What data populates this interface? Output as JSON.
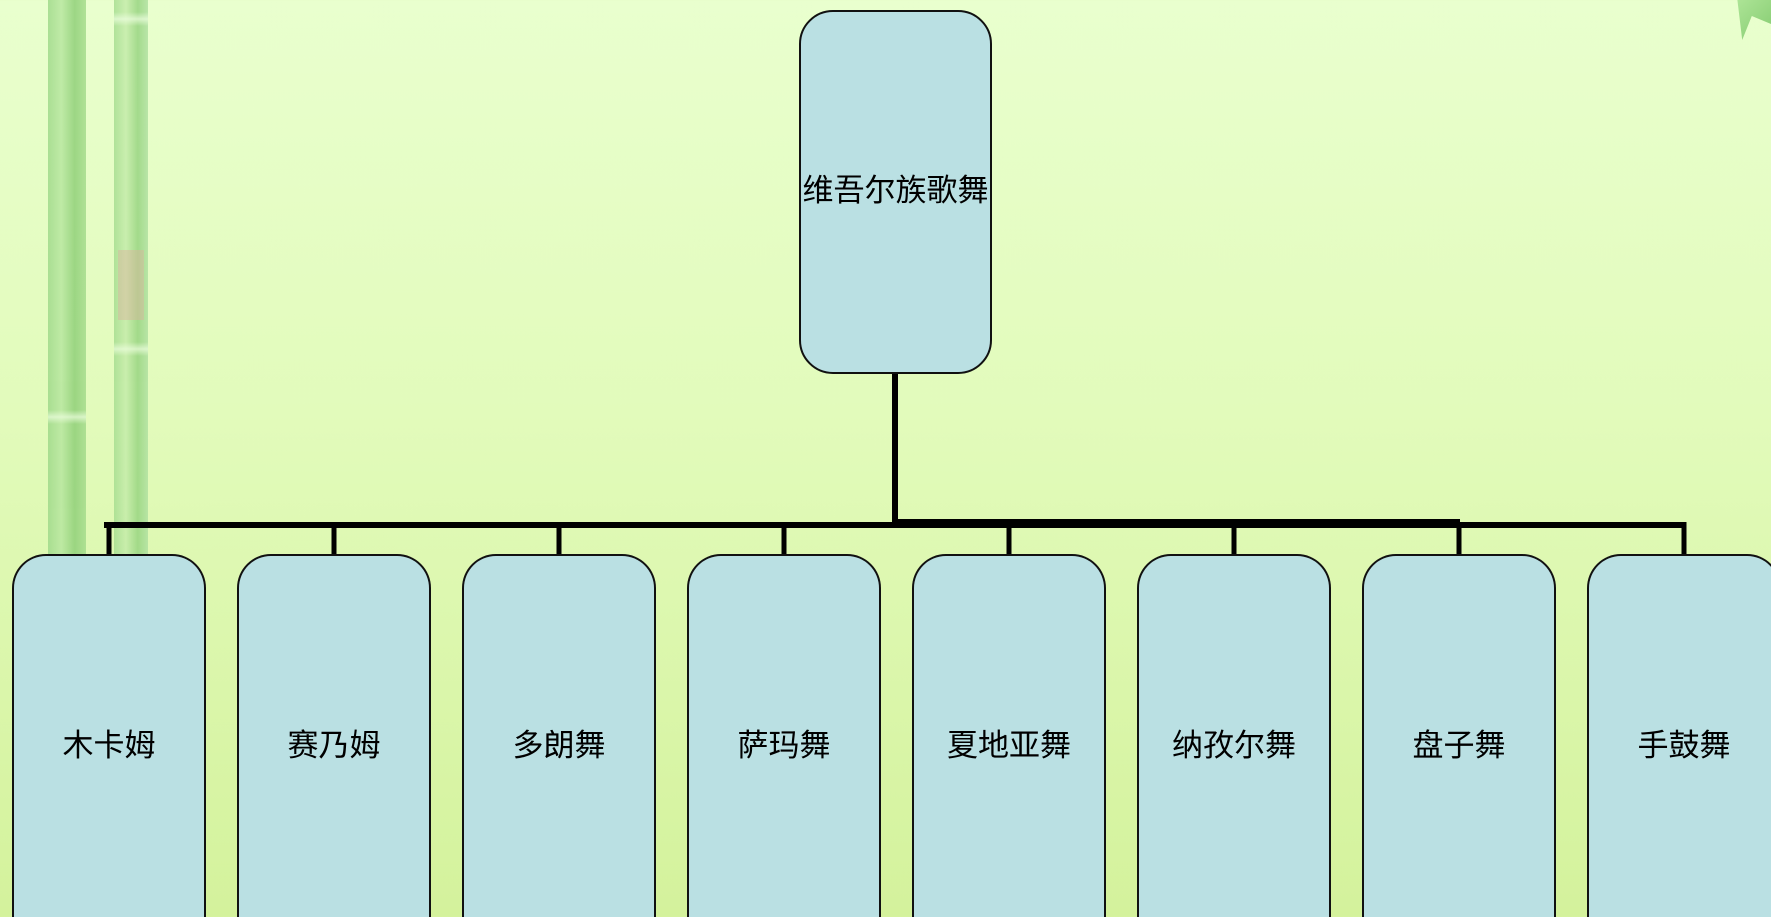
{
  "diagram": {
    "root": {
      "label": "维吾尔族歌舞"
    },
    "children": [
      {
        "label": "木卡姆"
      },
      {
        "label": "赛乃姆"
      },
      {
        "label": "多朗舞"
      },
      {
        "label": "萨玛舞"
      },
      {
        "label": "夏地亚舞"
      },
      {
        "label": "纳孜尔舞"
      },
      {
        "label": "盘子舞"
      },
      {
        "label": "手鼓舞"
      }
    ]
  },
  "colors": {
    "box_fill": "#bae0e3",
    "box_border": "#111111",
    "connector": "#000000",
    "background": "#e2fbbb"
  }
}
